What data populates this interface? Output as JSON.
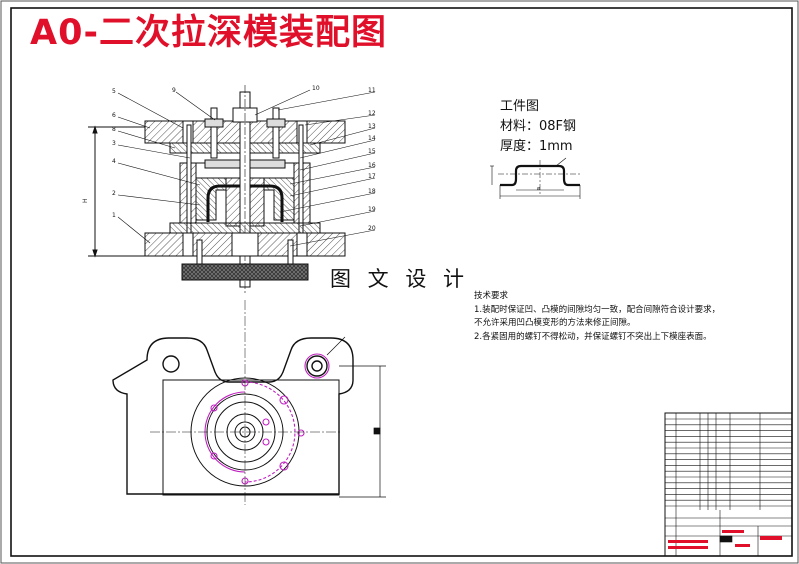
{
  "drawing": {
    "title": "A0-二次拉深模装配图",
    "watermark": "图 文 设 计",
    "colors": {
      "title": "#e0102a",
      "line": "#111111",
      "hatch": "#444444",
      "magenta": "#c020c0",
      "red": "#e0102a"
    }
  },
  "workpiece": {
    "heading": "工件图",
    "material": "材料：08F钢",
    "thickness": "厚度：1mm"
  },
  "requirements": {
    "heading": "技术要求",
    "lines": [
      "1.装配时保证凹、凸模的间隙均匀一致，配合间隙符合设计要求，",
      "不允许采用凹凸模变形的方法来修正间隙。",
      "2.各紧固用的螺钉不得松动，并保证螺钉不突出上下模座表面。"
    ]
  },
  "part_numbers": {
    "left": [
      "5",
      "6",
      "8",
      "3",
      "4",
      "2",
      "1",
      "9"
    ],
    "right": [
      "10",
      "11",
      "12",
      "13",
      "14",
      "15",
      "16",
      "17",
      "18",
      "19",
      "20"
    ]
  }
}
